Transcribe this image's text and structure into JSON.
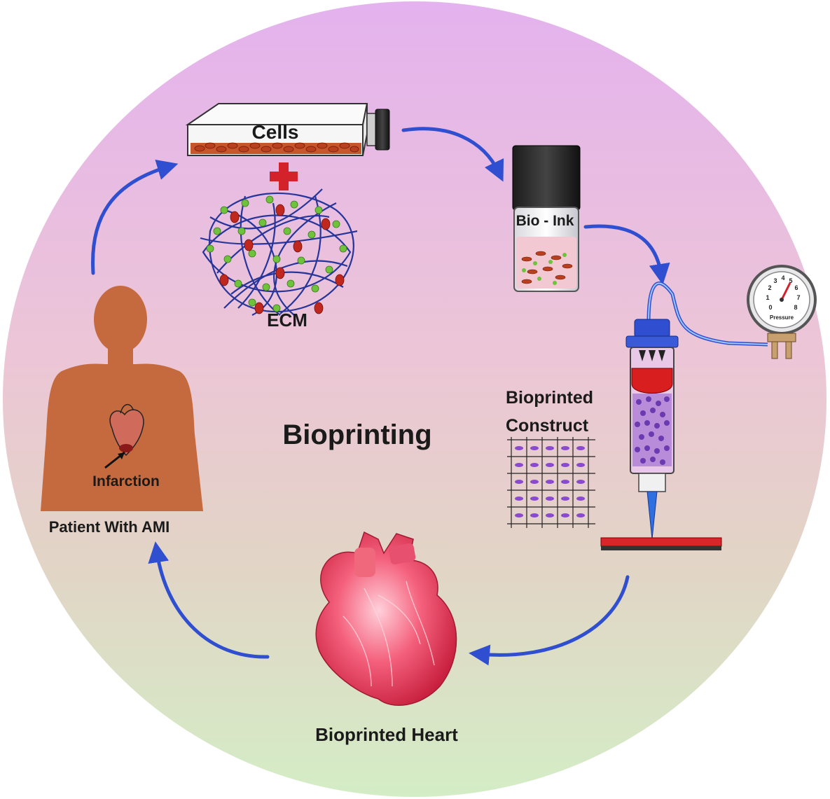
{
  "center_label": "Bioprinting",
  "steps": {
    "cells": "Cells",
    "ecm": "ECM",
    "bio_ink": "Bio - Ink",
    "construct_line1": "Bioprinted",
    "construct_line2": "Construct",
    "heart": "Bioprinted Heart",
    "patient": "Patient With AMI",
    "infarction": "Infarction"
  },
  "gauge": {
    "label": "Pressure",
    "ticks": [
      "0",
      "1",
      "2",
      "3",
      "4",
      "5",
      "6",
      "7",
      "8"
    ]
  },
  "colors": {
    "arrow": "#2f4fd0",
    "background_top": "#e6b4ec",
    "background_bottom": "#d6ecc6",
    "silhouette": "#c56a3e",
    "cell_red": "#c0281e",
    "ecm_green": "#6fc23c",
    "ecm_fiber": "#27359b",
    "heart_pink": "#f0506e"
  }
}
